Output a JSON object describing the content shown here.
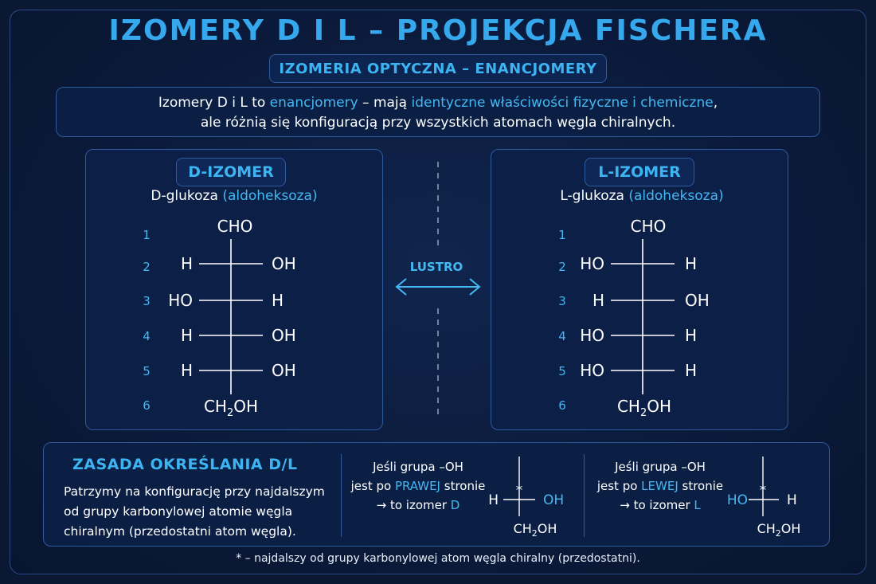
{
  "title": "IZOMERY D I L – PROJEKCJA FISCHERA",
  "subtitle": "IZOMERIA OPTYCZNA – ENANCJOMERY",
  "intro": {
    "line1_a": "Izomery D i L to ",
    "line1_b": "enancjomery",
    "line1_c": " – mają ",
    "line1_d": "identyczne właściwości fizyczne i chemiczne",
    "line1_e": ",",
    "line2": "ale różnią się konfiguracją przy wszystkich atomach węgla chiralnych."
  },
  "d_isomer": {
    "label": "D-IZOMER",
    "compound": "D-glukoza ",
    "compound_note": "(aldoheksoza)",
    "top": "CHO",
    "bottom_a": "CH",
    "bottom_sub": "2",
    "bottom_b": "OH",
    "carbon_numbers": [
      "1",
      "2",
      "3",
      "4",
      "5",
      "6"
    ],
    "rows": [
      {
        "left": "H",
        "right": "OH"
      },
      {
        "left": "HO",
        "right": "H"
      },
      {
        "left": "H",
        "right": "OH"
      },
      {
        "left": "H",
        "right": "OH"
      }
    ]
  },
  "l_isomer": {
    "label": "L-IZOMER",
    "compound": "L-glukoza ",
    "compound_note": "(aldoheksoza)",
    "top": "CHO",
    "bottom_a": "CH",
    "bottom_sub": "2",
    "bottom_b": "OH",
    "carbon_numbers": [
      "1",
      "2",
      "3",
      "4",
      "5",
      "6"
    ],
    "rows": [
      {
        "left": "HO",
        "right": "H"
      },
      {
        "left": "H",
        "right": "OH"
      },
      {
        "left": "HO",
        "right": "H"
      },
      {
        "left": "HO",
        "right": "H"
      }
    ]
  },
  "mirror_label": "LUSTRO",
  "rule": {
    "title": "ZASADA OKREŚLANIA D/L",
    "text": "Patrzymy na konfigurację przy najdalszym od grupy karbonylowej atomie węgla chiralnym (przedostatni atom węgla)."
  },
  "case_d": {
    "line1": "Jeśli grupa –OH",
    "line2_a": "jest po ",
    "line2_b": "PRAWEJ",
    "line2_c": " stronie",
    "line3_a": "→ to izomer ",
    "line3_b": "D",
    "left": "H",
    "right": "OH",
    "star": "*",
    "bottom_a": "CH",
    "bottom_sub": "2",
    "bottom_b": "OH"
  },
  "case_l": {
    "line1": "Jeśli grupa –OH",
    "line2_a": "jest po ",
    "line2_b": "LEWEJ",
    "line2_c": " stronie",
    "line3_a": "→ to izomer ",
    "line3_b": "L",
    "left": "HO",
    "right": "H",
    "star": "*",
    "bottom_a": "CH",
    "bottom_sub": "2",
    "bottom_b": "OH"
  },
  "footnote": "* – najdalszy od grupy karbonylowej atom węgla chiralny (przedostatni).",
  "colors": {
    "accent": "#3db4f2",
    "border": "#2e5a9e",
    "background": "#0a1834"
  }
}
